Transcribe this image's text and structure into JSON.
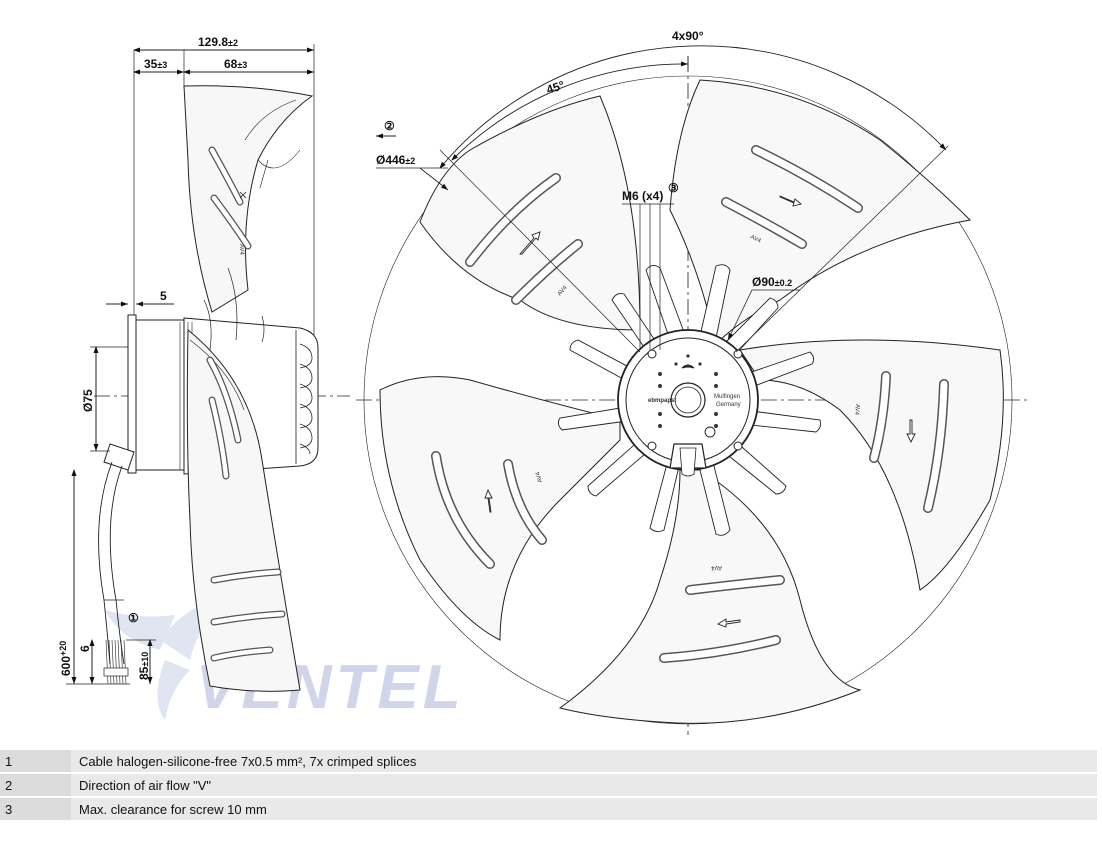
{
  "side_view": {
    "dim_total_main": "129.8",
    "dim_total_tol": "±2",
    "dim_left_main": "35",
    "dim_left_tol": "±3",
    "dim_right_main": "68",
    "dim_right_tol": "±3",
    "dim_flange": "5",
    "dim_hub_diameter": "Ø75",
    "dim_cable_len_main": "600",
    "dim_cable_len_tol": "+20",
    "dim_strip": "6",
    "dim_end_main": "85",
    "dim_end_tol": "±10",
    "callout_1": "①"
  },
  "front_view": {
    "dim_angle_total": "4x90°",
    "dim_angle_45": "45°",
    "callout_2": "②",
    "dim_diameter_main": "Ø446",
    "dim_diameter_tol": "±2",
    "dim_screw": "M6 (x4)",
    "callout_3": "③",
    "dim_bolt_main": "Ø90",
    "dim_bolt_tol": "±0.2",
    "blade_mark": "AV4",
    "rotor_text_1": "ebmpapst",
    "rotor_text_2": "Mulfingen",
    "rotor_text_3": "Germany"
  },
  "watermark": "VENTEL",
  "legend": [
    {
      "num": "1",
      "text": "Cable halogen-silicone-free 7x0.5 mm², 7x crimped splices"
    },
    {
      "num": "2",
      "text": "Direction of air flow \"V\""
    },
    {
      "num": "3",
      "text": "Max. clearance for screw 10 mm"
    }
  ]
}
